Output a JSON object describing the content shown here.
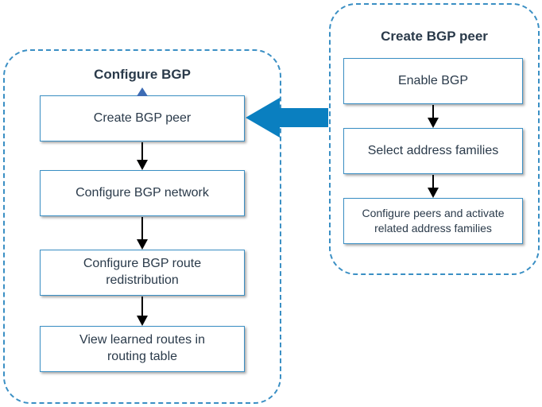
{
  "left_group": {
    "title": "Configure BGP",
    "steps": [
      "Create BGP peer",
      "Configure BGP network",
      "Configure BGP route redistribution",
      "View learned routes in routing table"
    ]
  },
  "right_group": {
    "title": "Create BGP peer",
    "steps": [
      "Enable BGP",
      "Select address families",
      "Configure peers and activate related address families"
    ]
  },
  "colors": {
    "border": "#3a8fc4",
    "big_arrow": "#0a7fc0",
    "marker": "#3d6cb5",
    "text": "#2a3a4a"
  }
}
